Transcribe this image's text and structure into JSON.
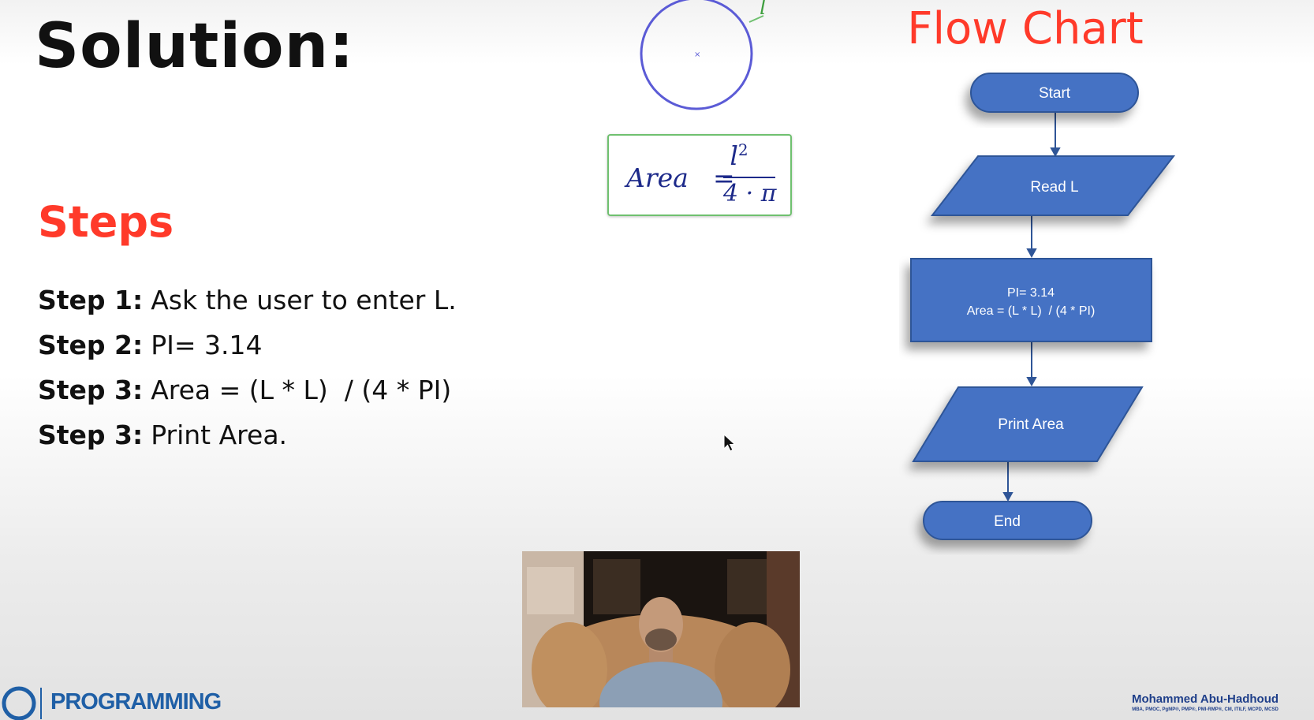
{
  "slide": {
    "title": "Solution:",
    "steps_heading": "Steps",
    "steps": [
      {
        "label": "Step 1:",
        "text": "Ask the user to enter L."
      },
      {
        "label": "Step 2:",
        "text": "PI= 3.14"
      },
      {
        "label": "Step 3:",
        "text": "Area = (L * L)  / (4 * PI)"
      },
      {
        "label": "Step 3:",
        "text": "Print Area."
      }
    ]
  },
  "formula": {
    "lhs": "Area",
    "eq": "=",
    "num_base": "l",
    "num_exp": "2",
    "den": "4 · π"
  },
  "circle_label": "l",
  "flowchart": {
    "title": "Flow Chart",
    "nodes": {
      "start": "Start",
      "read": "Read L",
      "process_line1": "PI= 3.14",
      "process_line2": "Area = (L * L)  / (4 * PI)",
      "print": "Print Area",
      "end": "End"
    }
  },
  "brand": {
    "name": "PROGRAMMING"
  },
  "author": {
    "name": "Mohammed Abu-Hadhoud",
    "credentials": "MBA, PMOC, PgMP®, PMP®, PMI-RMP®, CM, ITILF, MCPD, MCSD"
  },
  "colors": {
    "flow_fill": "#4472c4",
    "flow_stroke": "#2f5597",
    "title_red": "#ff3a2a",
    "formula_blue": "#1d2a8a",
    "brand_blue": "#1f5fa6"
  }
}
